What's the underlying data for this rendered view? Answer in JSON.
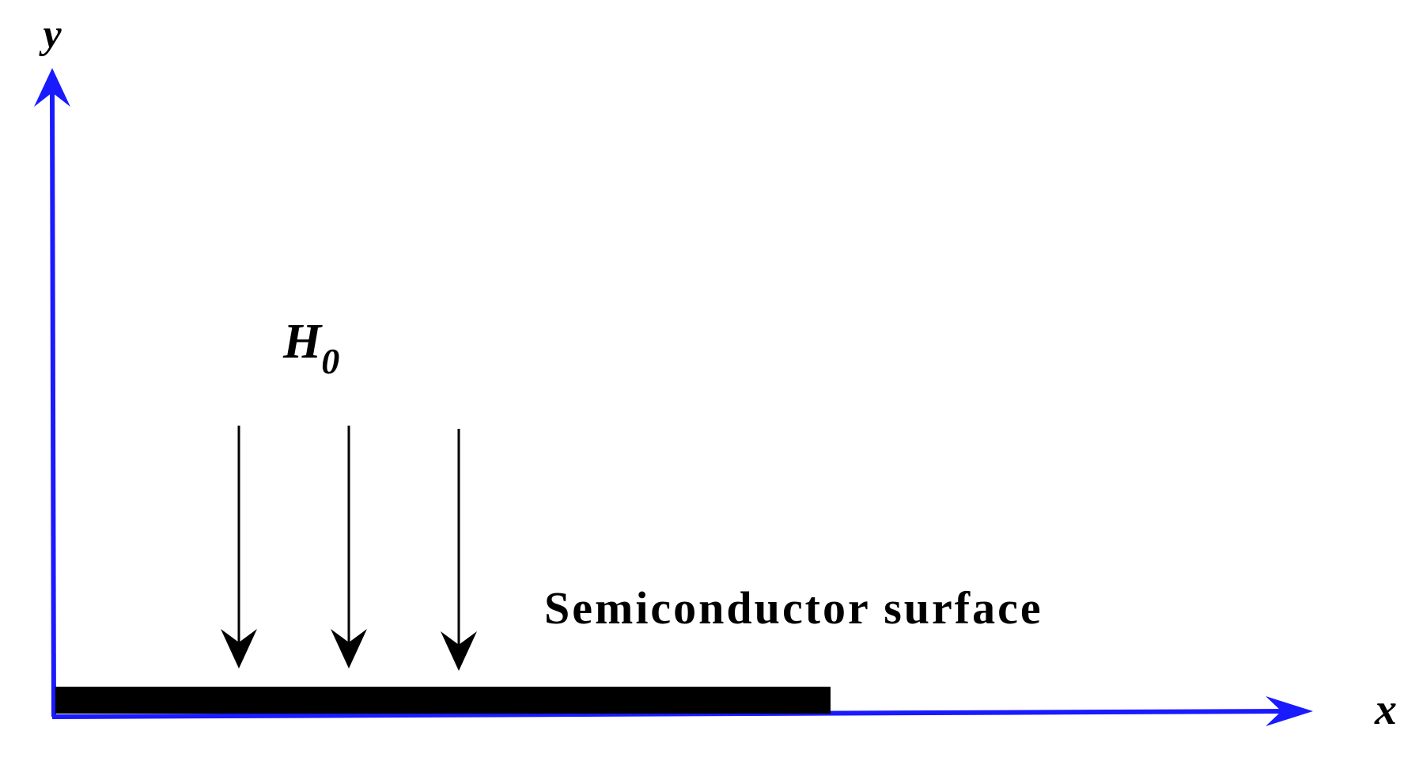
{
  "axes": {
    "x_label": "x",
    "y_label": "y",
    "color": "#1a1aff"
  },
  "field": {
    "symbol": "H",
    "subscript": "0",
    "arrow_count": 3,
    "arrow_color": "#000000"
  },
  "surface": {
    "label": "Semiconductor surface",
    "color": "#000000"
  }
}
